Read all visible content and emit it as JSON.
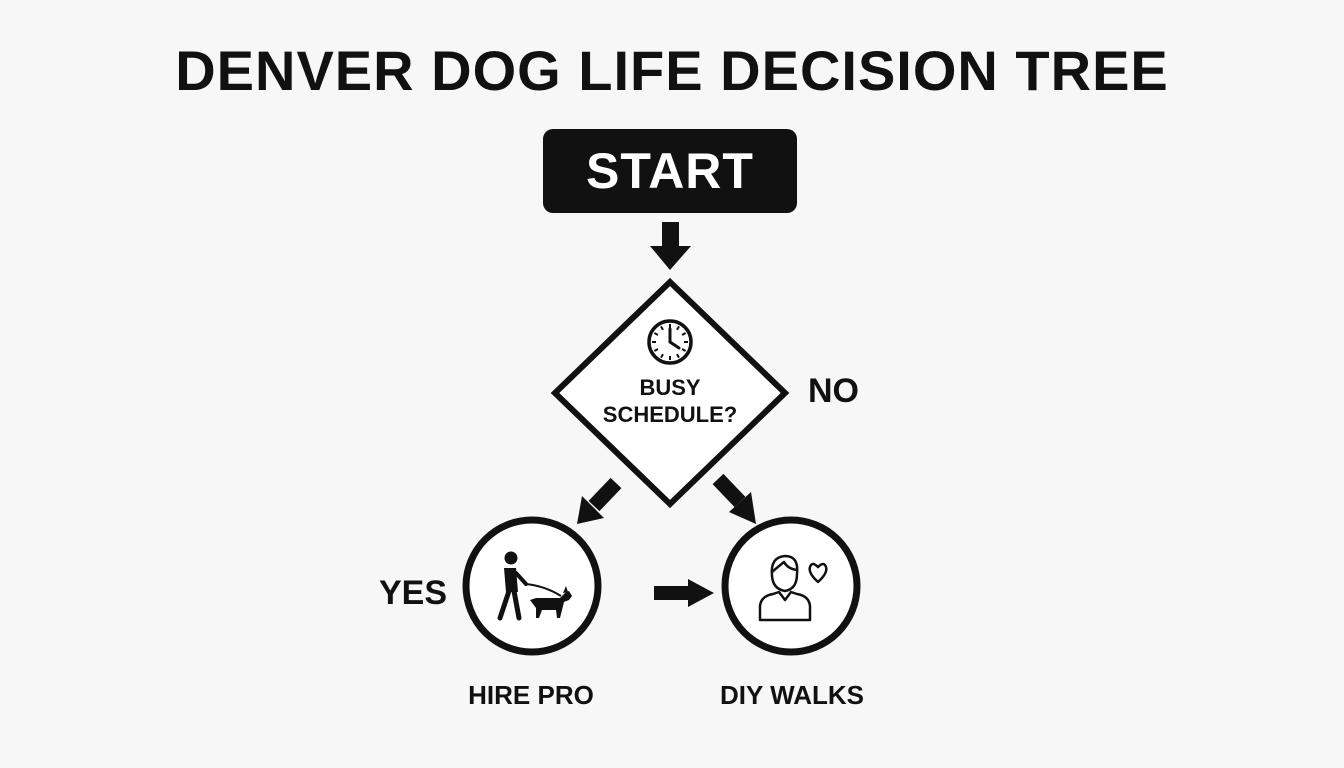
{
  "title": "DENVER DOG LIFE DECISION TREE",
  "start": {
    "label": "START"
  },
  "decision": {
    "line1": "BUSY",
    "line2": "SCHEDULE?",
    "icon": "clock-icon"
  },
  "branches": {
    "yes": "YES",
    "no": "NO"
  },
  "outcomes": [
    {
      "label": "HIRE PRO",
      "icon": "dog-walker-icon"
    },
    {
      "label": "DIY WALKS",
      "icon": "person-heart-icon"
    }
  ],
  "colors": {
    "ink": "#111111",
    "background": "#f7f7f7",
    "inverse_text": "#ffffff"
  }
}
